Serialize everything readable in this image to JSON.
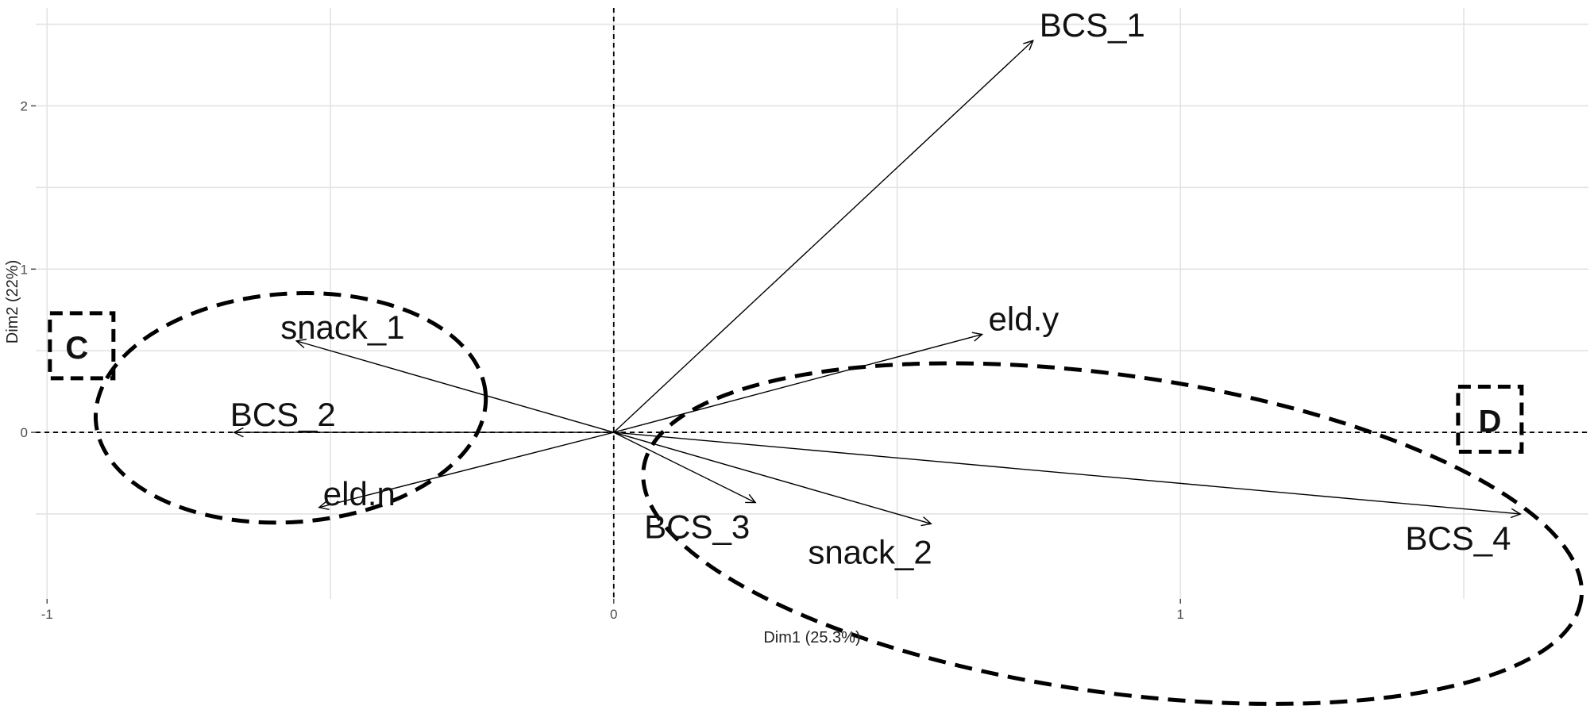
{
  "chart_data": {
    "type": "scatter",
    "subtype": "pca-variable-biplot",
    "xlabel": "Dim1 (25.3%)",
    "ylabel": "Dim2 (22%)",
    "xlim": [
      -1.02,
      1.72
    ],
    "ylim": [
      -1.02,
      2.6
    ],
    "x_ticks": [
      -1,
      0,
      1
    ],
    "y_ticks": [
      0,
      1,
      2
    ],
    "x_tick_labels": [
      "-1",
      "0",
      "1"
    ],
    "y_tick_labels": [
      "0",
      "1",
      "2"
    ],
    "grid": true,
    "variables": [
      {
        "name": "BCS_1",
        "x": 0.74,
        "y": 2.4
      },
      {
        "name": "eld.y",
        "x": 0.65,
        "y": 0.6
      },
      {
        "name": "snack_1",
        "x": -0.56,
        "y": 0.56
      },
      {
        "name": "BCS_2",
        "x": -0.67,
        "y": 0.0
      },
      {
        "name": "eld.n",
        "x": -0.52,
        "y": -0.46
      },
      {
        "name": "BCS_3",
        "x": 0.25,
        "y": -0.43
      },
      {
        "name": "snack_2",
        "x": 0.56,
        "y": -0.56
      },
      {
        "name": "BCS_4",
        "x": 1.6,
        "y": -0.5
      }
    ],
    "groups": [
      {
        "label": "C",
        "members": [
          "snack_1",
          "BCS_2",
          "eld.n"
        ]
      },
      {
        "label": "D",
        "members": [
          "BCS_3",
          "snack_2",
          "BCS_4"
        ]
      }
    ]
  }
}
